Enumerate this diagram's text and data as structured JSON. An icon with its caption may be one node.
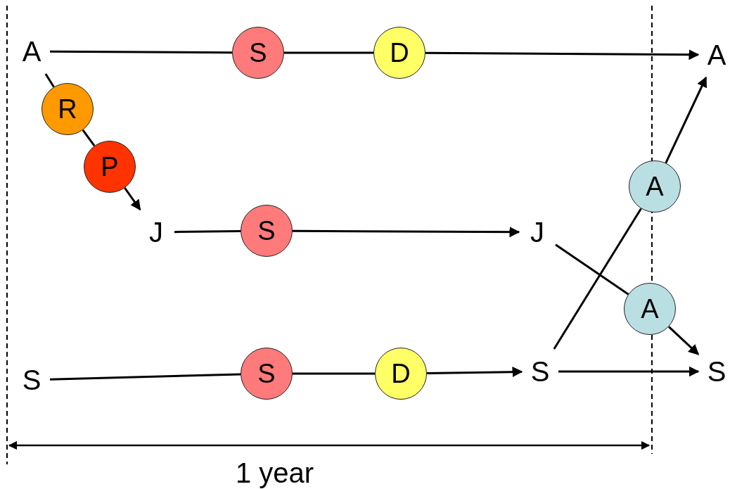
{
  "diagram": {
    "nodes": [
      {
        "text": [
          "A"
        ]
      },
      {
        "text": [
          "S"
        ]
      },
      {
        "text": [
          "D"
        ]
      },
      {
        "text": [
          "A"
        ]
      },
      {
        "text": [
          "R"
        ]
      },
      {
        "text": [
          "P"
        ]
      },
      {
        "text": [
          "J"
        ]
      },
      {
        "text": [
          "S"
        ]
      },
      {
        "text": [
          "J"
        ]
      },
      {
        "text": [
          "A"
        ]
      },
      {
        "text": [
          "A"
        ]
      },
      {
        "text": [
          "S"
        ]
      },
      {
        "text": [
          "S"
        ]
      },
      {
        "text": [
          "D"
        ]
      },
      {
        "text": [
          "S"
        ]
      },
      {
        "text": [
          "S"
        ]
      }
    ],
    "edges": [
      {
        "from": 0,
        "to": 1,
        "arrow": "none"
      },
      {
        "from": 1,
        "to": 2,
        "arrow": "none"
      },
      {
        "from": 2,
        "to": 3,
        "arrow": "to"
      },
      {
        "from": 0,
        "to": 4,
        "arrow": "none"
      },
      {
        "from": 4,
        "to": 5,
        "arrow": "none"
      },
      {
        "from": 5,
        "to": 6,
        "arrow": "to"
      },
      {
        "from": 6,
        "to": 7,
        "arrow": "none"
      },
      {
        "from": 7,
        "to": 8,
        "arrow": "to"
      },
      {
        "from": 14,
        "to": 9,
        "arrow": "none"
      },
      {
        "from": 9,
        "to": 3,
        "arrow": "to"
      },
      {
        "from": 8,
        "to": 10,
        "arrow": "none"
      },
      {
        "from": 10,
        "to": 15,
        "arrow": "to"
      },
      {
        "from": 11,
        "to": 12,
        "arrow": "none"
      },
      {
        "from": 12,
        "to": 13,
        "arrow": "none"
      },
      {
        "from": 13,
        "to": 14,
        "arrow": "to"
      },
      {
        "from": 14,
        "to": 15,
        "arrow": "to"
      }
    ],
    "labels": [
      "1 year"
    ]
  }
}
